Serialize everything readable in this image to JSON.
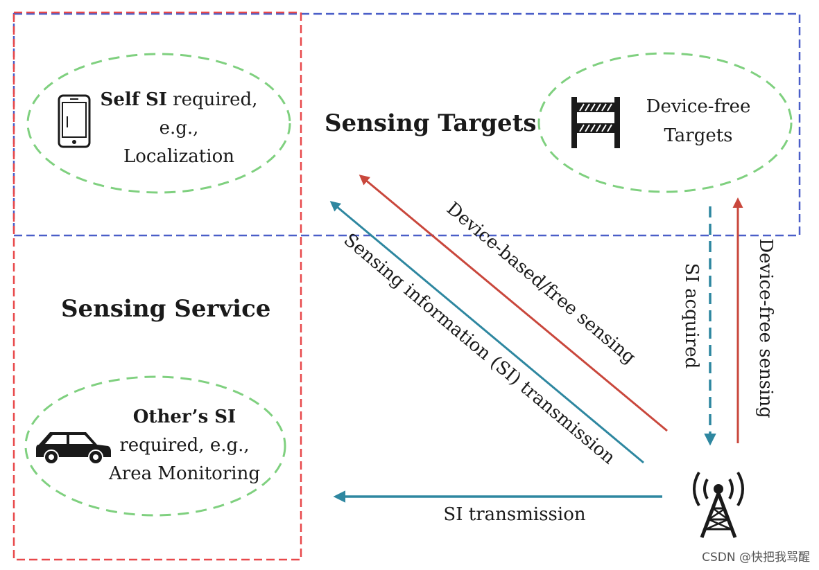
{
  "labels": {
    "sensing_targets": "Sensing Targets",
    "sensing_service": "Sensing Service",
    "self_si_bold": "Self SI",
    "self_si_rest": " required,",
    "self_si_eg": "e.g.,",
    "self_si_example": "Localization",
    "device_free_line1": "Device-free",
    "device_free_line2": "Targets",
    "others_si_bold": "Other’s SI",
    "others_si_line2": "required, e.g.,",
    "others_si_line3": "Area Monitoring",
    "arrow_device_based": "Device-based/free sensing",
    "arrow_si_transmission_diag": "Sensing information (SI) transmission",
    "arrow_si_acquired": "SI acquired",
    "arrow_device_free_sensing": "Device-free sensing",
    "arrow_si_transmission": "SI transmission",
    "watermark": "CSDN @快把我骂醒"
  },
  "icons": {
    "phone": "smartphone-icon",
    "barrier": "barrier-icon",
    "car": "car-icon",
    "tower": "base-station-tower-icon"
  },
  "colors": {
    "red_dashed": "#e8484a",
    "blue_dashed": "#4a5ec8",
    "green_dashed": "#7fd07f",
    "red_arrow": "#c9473c",
    "teal_arrow": "#2e87a0",
    "text": "#1a1a1a"
  }
}
